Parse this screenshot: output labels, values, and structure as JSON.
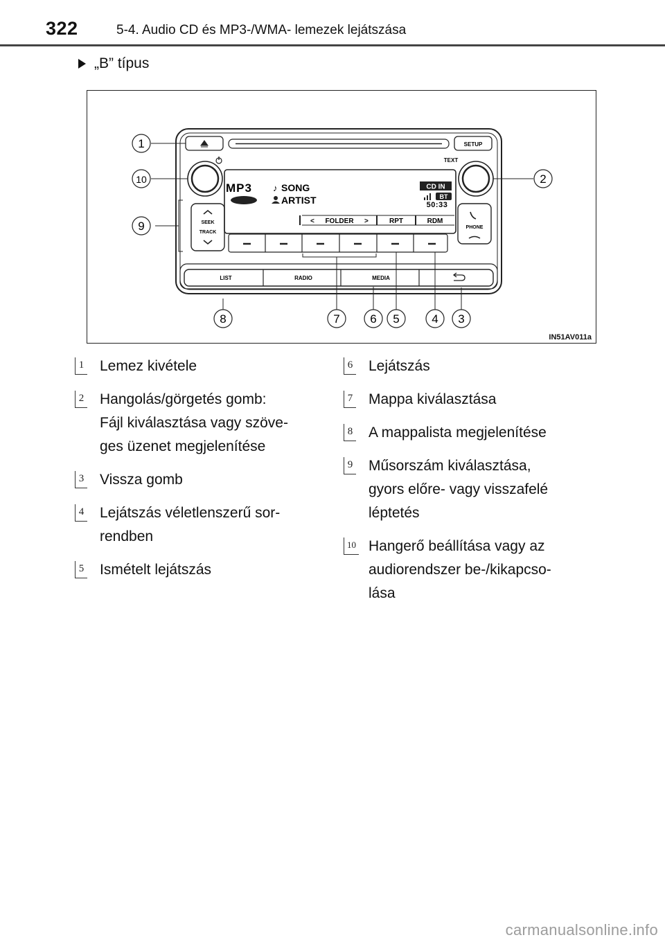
{
  "header": {
    "page_number": "322",
    "chapter": "5-4. Audio CD és MP3-/WMA- lemezek lejátszása"
  },
  "section_title": "„B” típus",
  "figure": {
    "code": "IN51AV011a",
    "display": {
      "format_label": "MP3",
      "song_label": "SONG",
      "artist_label": "ARTIST",
      "source_badge": "CD IN",
      "bt_badge": "BT",
      "time": "50:33",
      "folder_label": "FOLDER",
      "rpt_label": "RPT",
      "rdm_label": "RDM"
    },
    "buttons": {
      "setup": "SETUP",
      "text": "TEXT",
      "seek": "SEEK",
      "track": "TRACK",
      "phone": "PHONE",
      "list": "LIST",
      "radio": "RADIO",
      "media": "MEDIA"
    },
    "callouts": [
      "1",
      "2",
      "3",
      "4",
      "5",
      "6",
      "7",
      "8",
      "9",
      "10"
    ]
  },
  "legend_left": [
    {
      "num": "1",
      "text": "Lemez kivétele"
    },
    {
      "num": "2",
      "text": "Hangolás/görgetés gomb:\nFájl kiválasztása vagy szöve-\nges üzenet megjelenítése"
    },
    {
      "num": "3",
      "text": "Vissza gomb"
    },
    {
      "num": "4",
      "text": "Lejátszás véletlenszerű sor-\nrendben"
    },
    {
      "num": "5",
      "text": "Ismételt lejátszás"
    }
  ],
  "legend_right": [
    {
      "num": "6",
      "text": "Lejátszás"
    },
    {
      "num": "7",
      "text": "Mappa kiválasztása"
    },
    {
      "num": "8",
      "text": "A mappalista megjelenítése"
    },
    {
      "num": "9",
      "text": "Műsorszám kiválasztása,\ngyors előre- vagy visszafelé\nléptetés"
    },
    {
      "num": "10",
      "text": "Hangerő beállítása vagy az\naudiorendszer be-/kikapcso-\nlása"
    }
  ],
  "watermark": "carmanualsonline.info"
}
